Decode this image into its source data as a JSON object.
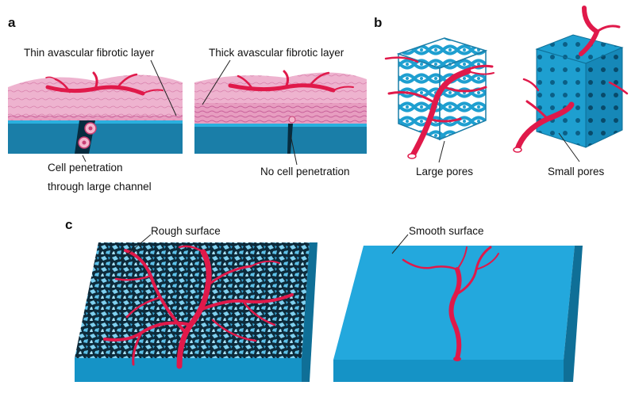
{
  "panels": {
    "a": {
      "letter": "a",
      "thin_label": "Thin avascular fibrotic layer",
      "thick_label": "Thick avascular fibrotic layer",
      "large_channel_label_line1": "Cell penetration",
      "large_channel_label_line2": "through large channel",
      "no_penetration_label": "No cell penetration"
    },
    "b": {
      "letter": "b",
      "large_pores_label": "Large pores",
      "small_pores_label": "Small pores"
    },
    "c": {
      "letter": "c",
      "rough_label": "Rough surface",
      "smooth_label": "Smooth surface"
    }
  },
  "colors": {
    "scaffold_blue": "#1e9fd0",
    "scaffold_dark": "#0f6f97",
    "fibrous_pink": "#e8a9c8",
    "vessel_red": "#e8204f",
    "label_text": "#111111"
  }
}
